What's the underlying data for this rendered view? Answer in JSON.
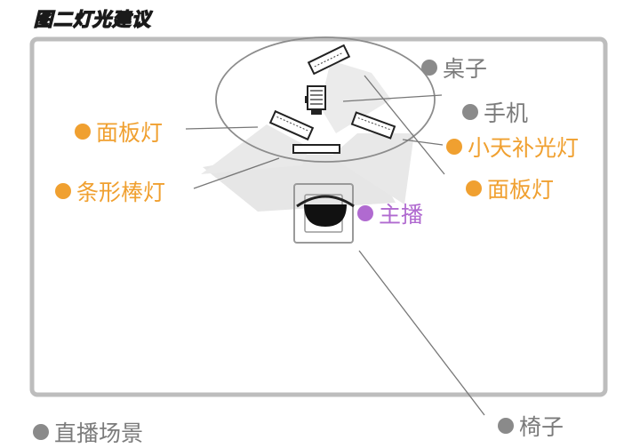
{
  "title": "图二灯光建议",
  "labels": {
    "desk": "桌子",
    "phone": "手机",
    "small_fill_light": "小天补光灯",
    "panel_light_right": "面板灯",
    "panel_light_left": "面板灯",
    "strip_light": "条形棒灯",
    "streamer": "主播",
    "chair": "椅子",
    "live_scene": "直播场景"
  },
  "colors": {
    "gray_label": "#7b7b7b",
    "orange_label": "#f0a030",
    "purple_label": "#b06ad0",
    "room_border": "#bdbdbd",
    "light_beam": "#e6e6e6"
  }
}
